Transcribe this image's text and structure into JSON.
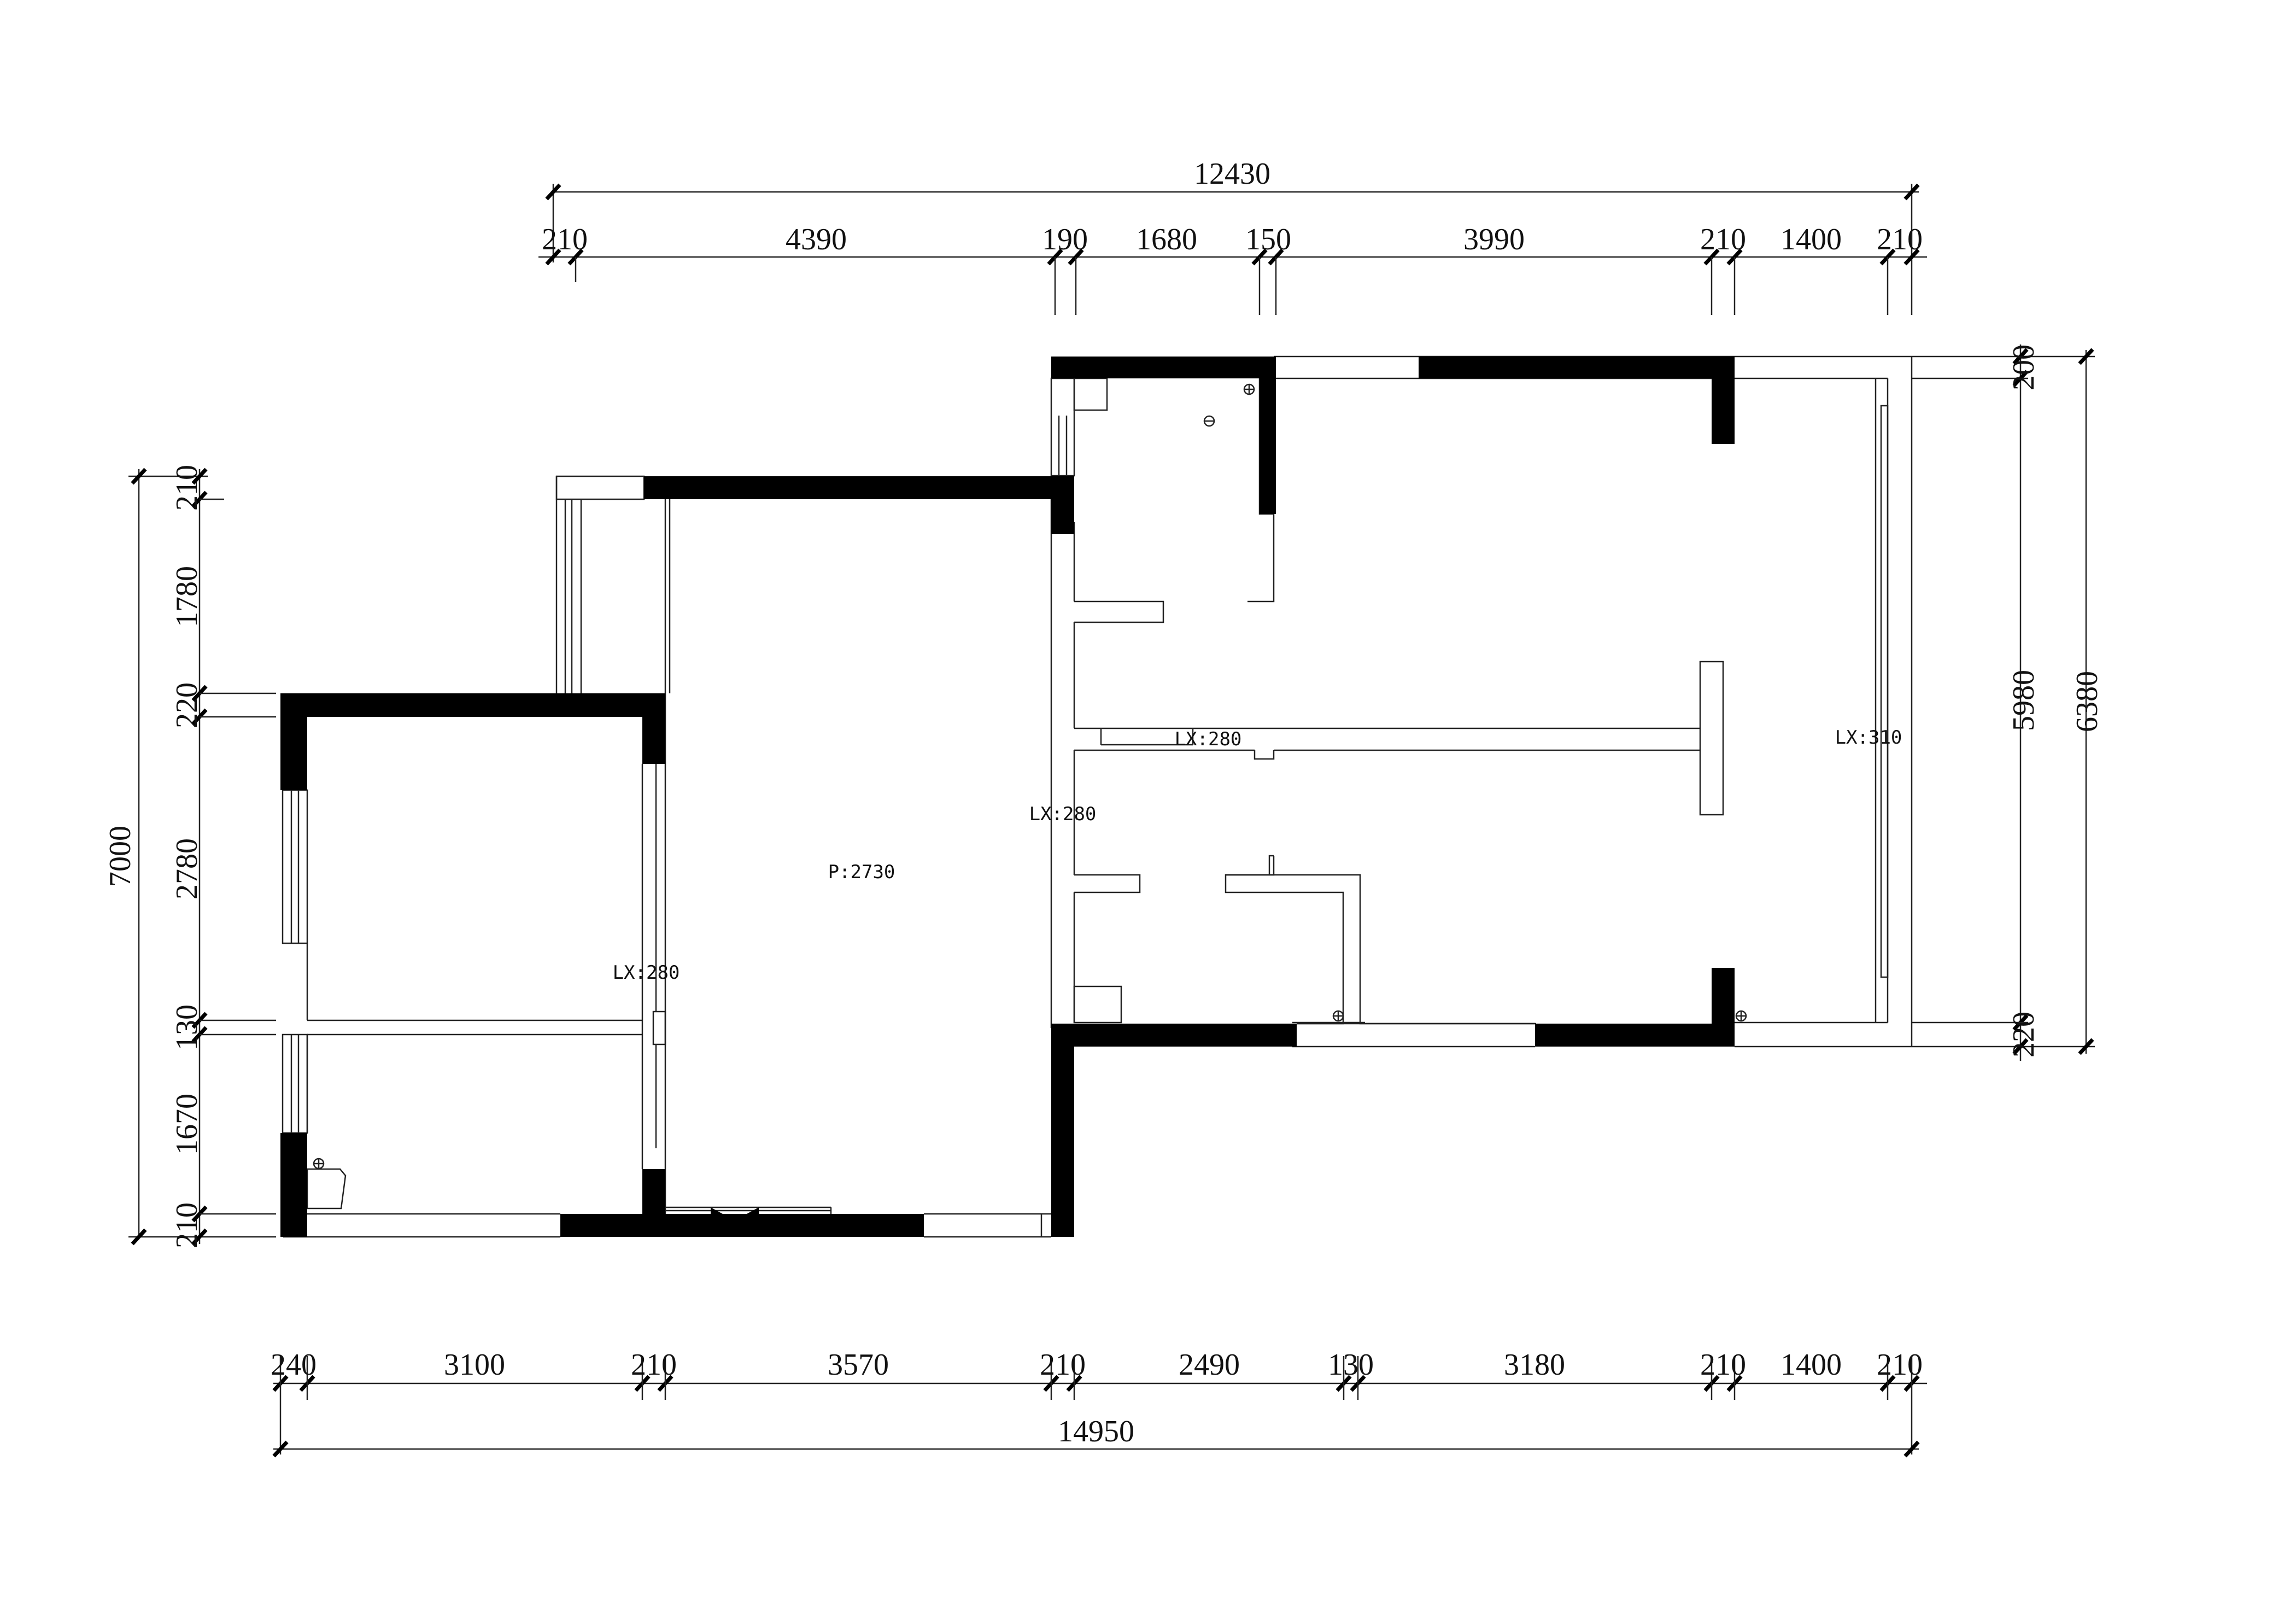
{
  "plan": {
    "dimensions_top": {
      "overall": "12430",
      "segments": [
        "210",
        "4390",
        "190",
        "1680",
        "150",
        "3990",
        "210",
        "1400",
        "210"
      ]
    },
    "dimensions_bottom": {
      "overall": "14950",
      "segments": [
        "240",
        "3100",
        "210",
        "3570",
        "210",
        "2490",
        "130",
        "3180",
        "210",
        "1400",
        "210"
      ]
    },
    "dimensions_left": {
      "overall": "7000",
      "segments": [
        "210",
        "1780",
        "220",
        "2780",
        "130",
        "1670",
        "210"
      ]
    },
    "dimensions_right": {
      "overall": "6380",
      "segments": [
        "200",
        "5980",
        "220"
      ]
    },
    "room_labels": {
      "lx_upper_right": "LX:280",
      "lx_corridor": "LX:280",
      "lx_far_right": "LX:310",
      "p_center": "P:2730",
      "lx_left": "LX:280"
    }
  }
}
